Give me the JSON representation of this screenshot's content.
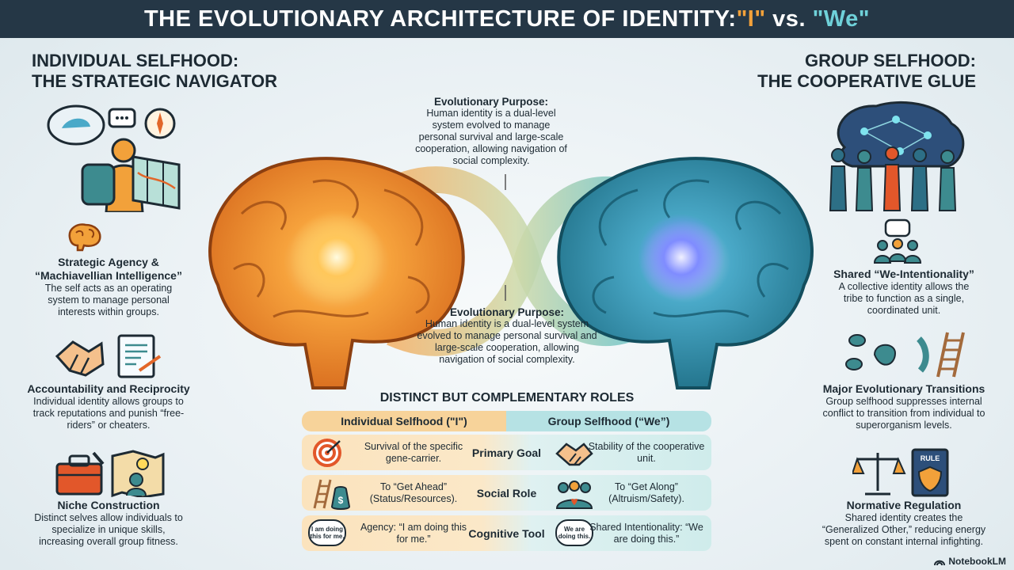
{
  "title": {
    "prefix": "THE EVOLUTIONARY ARCHITECTURE OF IDENTITY: ",
    "i": "\"I\"",
    "vs": " vs. ",
    "we": "\"We\""
  },
  "left": {
    "heading_line1": "INDIVIDUAL SELFHOOD:",
    "heading_line2": "THE STRATEGIC NAVIGATOR",
    "features": [
      {
        "title_line1": "Strategic Agency &",
        "title_line2": "“Machiavellian Intelligence”",
        "desc": "The self acts as an operating system to manage personal interests within groups."
      },
      {
        "title_line1": "Accountability and Reciprocity",
        "title_line2": "",
        "desc": "Individual identity allows groups to track reputations and punish “free-riders” or cheaters."
      },
      {
        "title_line1": "Niche Construction",
        "title_line2": "",
        "desc": "Distinct selves allow individuals to specialize in unique skills, increasing overall group fitness."
      }
    ]
  },
  "right": {
    "heading_line1": "GROUP SELFHOOD:",
    "heading_line2": "THE COOPERATIVE GLUE",
    "features": [
      {
        "title_line1": "Shared “We-Intentionality”",
        "title_line2": "",
        "desc": "A collective identity allows the tribe to function as a single, coordinated unit."
      },
      {
        "title_line1": "Major Evolutionary Transitions",
        "title_line2": "",
        "desc": "Group selfhood suppresses internal conflict to transition from individual to superorganism levels."
      },
      {
        "title_line1": "Normative Regulation",
        "title_line2": "",
        "desc": "Shared identity creates the “Generalized Other,” reducing energy spent on constant internal infighting."
      }
    ]
  },
  "center": {
    "purpose_top_title": "Evolutionary Purpose:",
    "purpose_top_text": "Human identity is a dual-level system evolved to manage personal survival and large-scale cooperation, allowing navigation of social complexity.",
    "purpose_bottom_title": "Evolutionary Purpose:",
    "purpose_bottom_text": "Human identity is a dual-level system evolved to manage personal survival and large-scale cooperation, allowing navigation of social complexity."
  },
  "roles": {
    "title": "DISTINCT BUT COMPLEMENTARY ROLES",
    "col_left": "Individual Selfhood (\"I\")",
    "col_right": "Group Selfhood (“We”)",
    "rows": [
      {
        "left": "Survival of the specific gene-carrier.",
        "label": "Primary Goal",
        "right": "Stability of the cooperative unit."
      },
      {
        "left": "To “Get Ahead” (Status/Resources).",
        "label": "Social Role",
        "right": "To “Get Along” (Altruism/Safety)."
      },
      {
        "left": "Agency: “I am doing this for me.”",
        "label": "Cognitive Tool",
        "right": "Shared Intentionality: “We are doing this.”"
      }
    ],
    "bubble_left": "I am doing this for me.",
    "bubble_right": "We are doing this."
  },
  "icons": {
    "rule_sign": "RULE",
    "dollar": "$"
  },
  "brand": "NotebookLM",
  "colors": {
    "title_bg": "#253746",
    "individual_accent": "#f2a13a",
    "group_accent": "#6fd1d9"
  }
}
